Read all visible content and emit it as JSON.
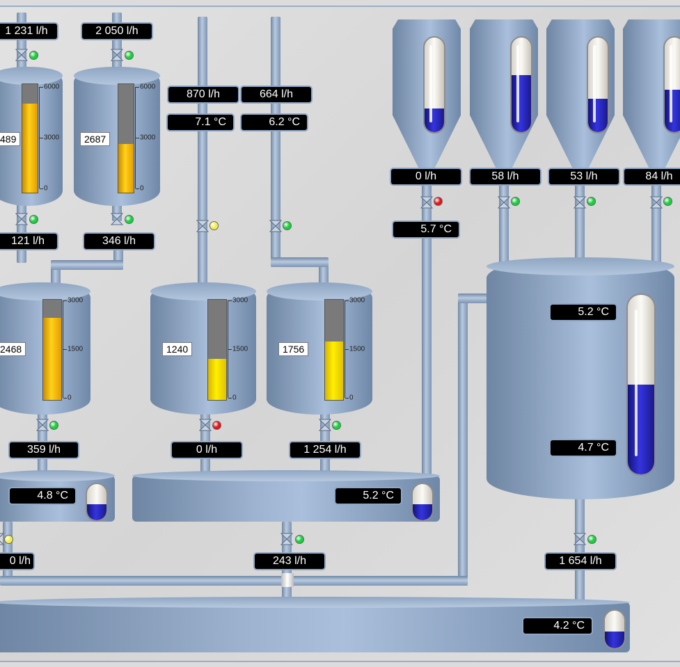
{
  "colors": {
    "accent": "#8fa6c4",
    "led_green": "#17d13a",
    "led_red": "#e0151a",
    "led_yellow": "#f2ee50",
    "fill_orange": "#ffb800",
    "fill_yellow": "#fff000",
    "liquid": "#2a2ad0"
  },
  "flows": {
    "f_top1": "1 231  l/h",
    "f_top2": "2 050  l/h",
    "f_t1_out": "121  l/h",
    "f_t2_out": "346  l/h",
    "f_pipe3": "870  l/h",
    "f_pipe4": "664  l/h",
    "f_silo1": "0  l/h",
    "f_silo2": "58  l/h",
    "f_silo3": "53  l/h",
    "f_silo4": "84  l/h",
    "f_t3_out": "359  l/h",
    "f_t4_out": "0  l/h",
    "f_t5_out": "1 254  l/h",
    "f_basinL_out": "0  l/h",
    "f_basinM_out": "243  l/h",
    "f_big_out": "1 654  l/h"
  },
  "temps": {
    "t_pipe3": "7.1 °C",
    "t_pipe4": "6.2 °C",
    "t_silo1": "5.7 °C",
    "t_big_top": "5.2 °C",
    "t_big_bottom": "4.7 °C",
    "t_basinL": "4.8 °C",
    "t_basinM": "5.2 °C",
    "t_bottom": "4.2 °C"
  },
  "tanks": {
    "t1": {
      "value": "489",
      "level": 0.82,
      "scale": [
        "6000",
        "3000",
        "0"
      ]
    },
    "t2": {
      "value": "2687",
      "level": 0.45,
      "scale": [
        "6000",
        "3000",
        "0"
      ]
    },
    "t3": {
      "value": "2468",
      "level": 0.82,
      "scale": [
        "3000",
        "1500",
        "0"
      ]
    },
    "t4": {
      "value": "1240",
      "level": 0.41,
      "scale": [
        "3000",
        "1500",
        "0"
      ]
    },
    "t5": {
      "value": "1756",
      "level": 0.58,
      "scale": [
        "3000",
        "1500",
        "0"
      ]
    }
  },
  "levels": {
    "silo1": 0.25,
    "silo2": 0.6,
    "silo3": 0.35,
    "silo4": 0.45,
    "big": 0.5,
    "basinL": 0.45,
    "basinM": 0.45,
    "bottom": 0.45
  },
  "valves": {
    "v_top1": "green",
    "v_top2": "green",
    "v_t1": "green",
    "v_t2": "green",
    "v_p3": "yellow",
    "v_p4": "green",
    "v_s1": "red",
    "v_s2": "green",
    "v_s3": "green",
    "v_s4": "green",
    "v_t3": "green",
    "v_t4": "red",
    "v_t5": "green",
    "v_bL": "yellow",
    "v_bM": "green",
    "v_big": "green"
  }
}
